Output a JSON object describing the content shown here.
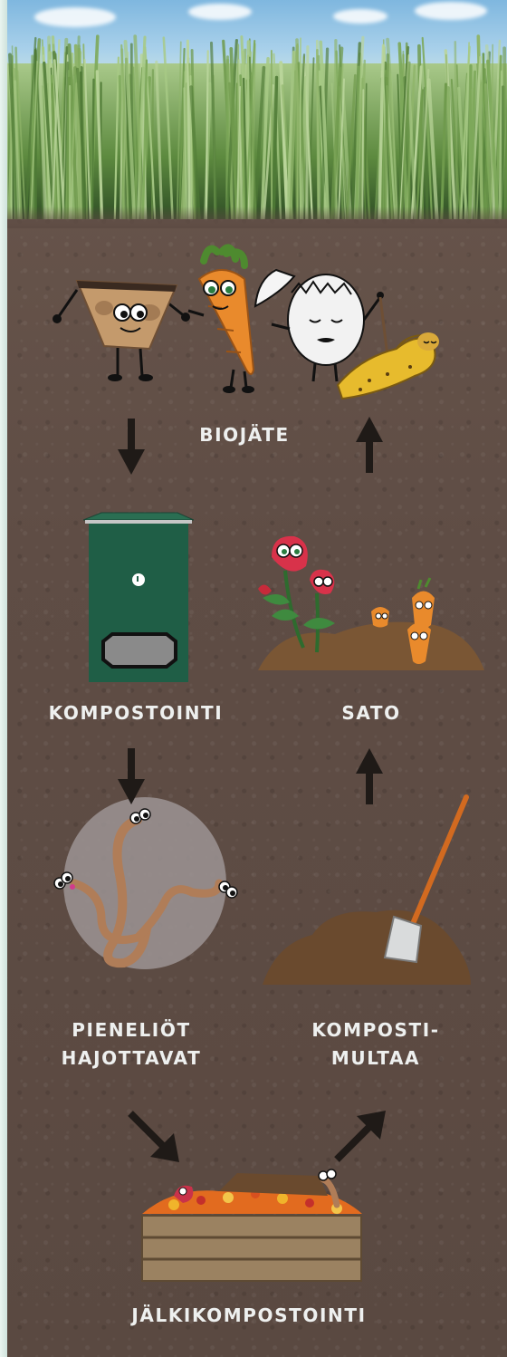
{
  "labels": {
    "biojate": "BIOJÄTE",
    "kompostointi": "KOMPOSTOINTI",
    "sato": "SATO",
    "pienelio_line1": "PIENELIÖT",
    "pienelio_line2": "HAJOTTAVAT",
    "kompostimultaa_line1": "KOMPOSTI-",
    "kompostimultaa_line2": "MULTAA",
    "jalkikompostointi": "JÄLKIKOMPOSTOINTI"
  },
  "colors": {
    "soil": "#5e4c44",
    "label_text": "#eef0ef",
    "arrow": "#1f1a17",
    "bin_green": "#1f5e46",
    "compost_brown": "#6a4a2e"
  },
  "icons": {
    "coffee_filter": "coffee-filter-character",
    "carrot": "carrot-character",
    "egg": "egg-character",
    "banana": "banana-peel-character",
    "bin": "compost-bin",
    "worms": "worms-character",
    "soil_pile": "soil-pile-with-spade",
    "plants": "strawberry-and-carrot-plants",
    "crate": "compost-crate"
  }
}
